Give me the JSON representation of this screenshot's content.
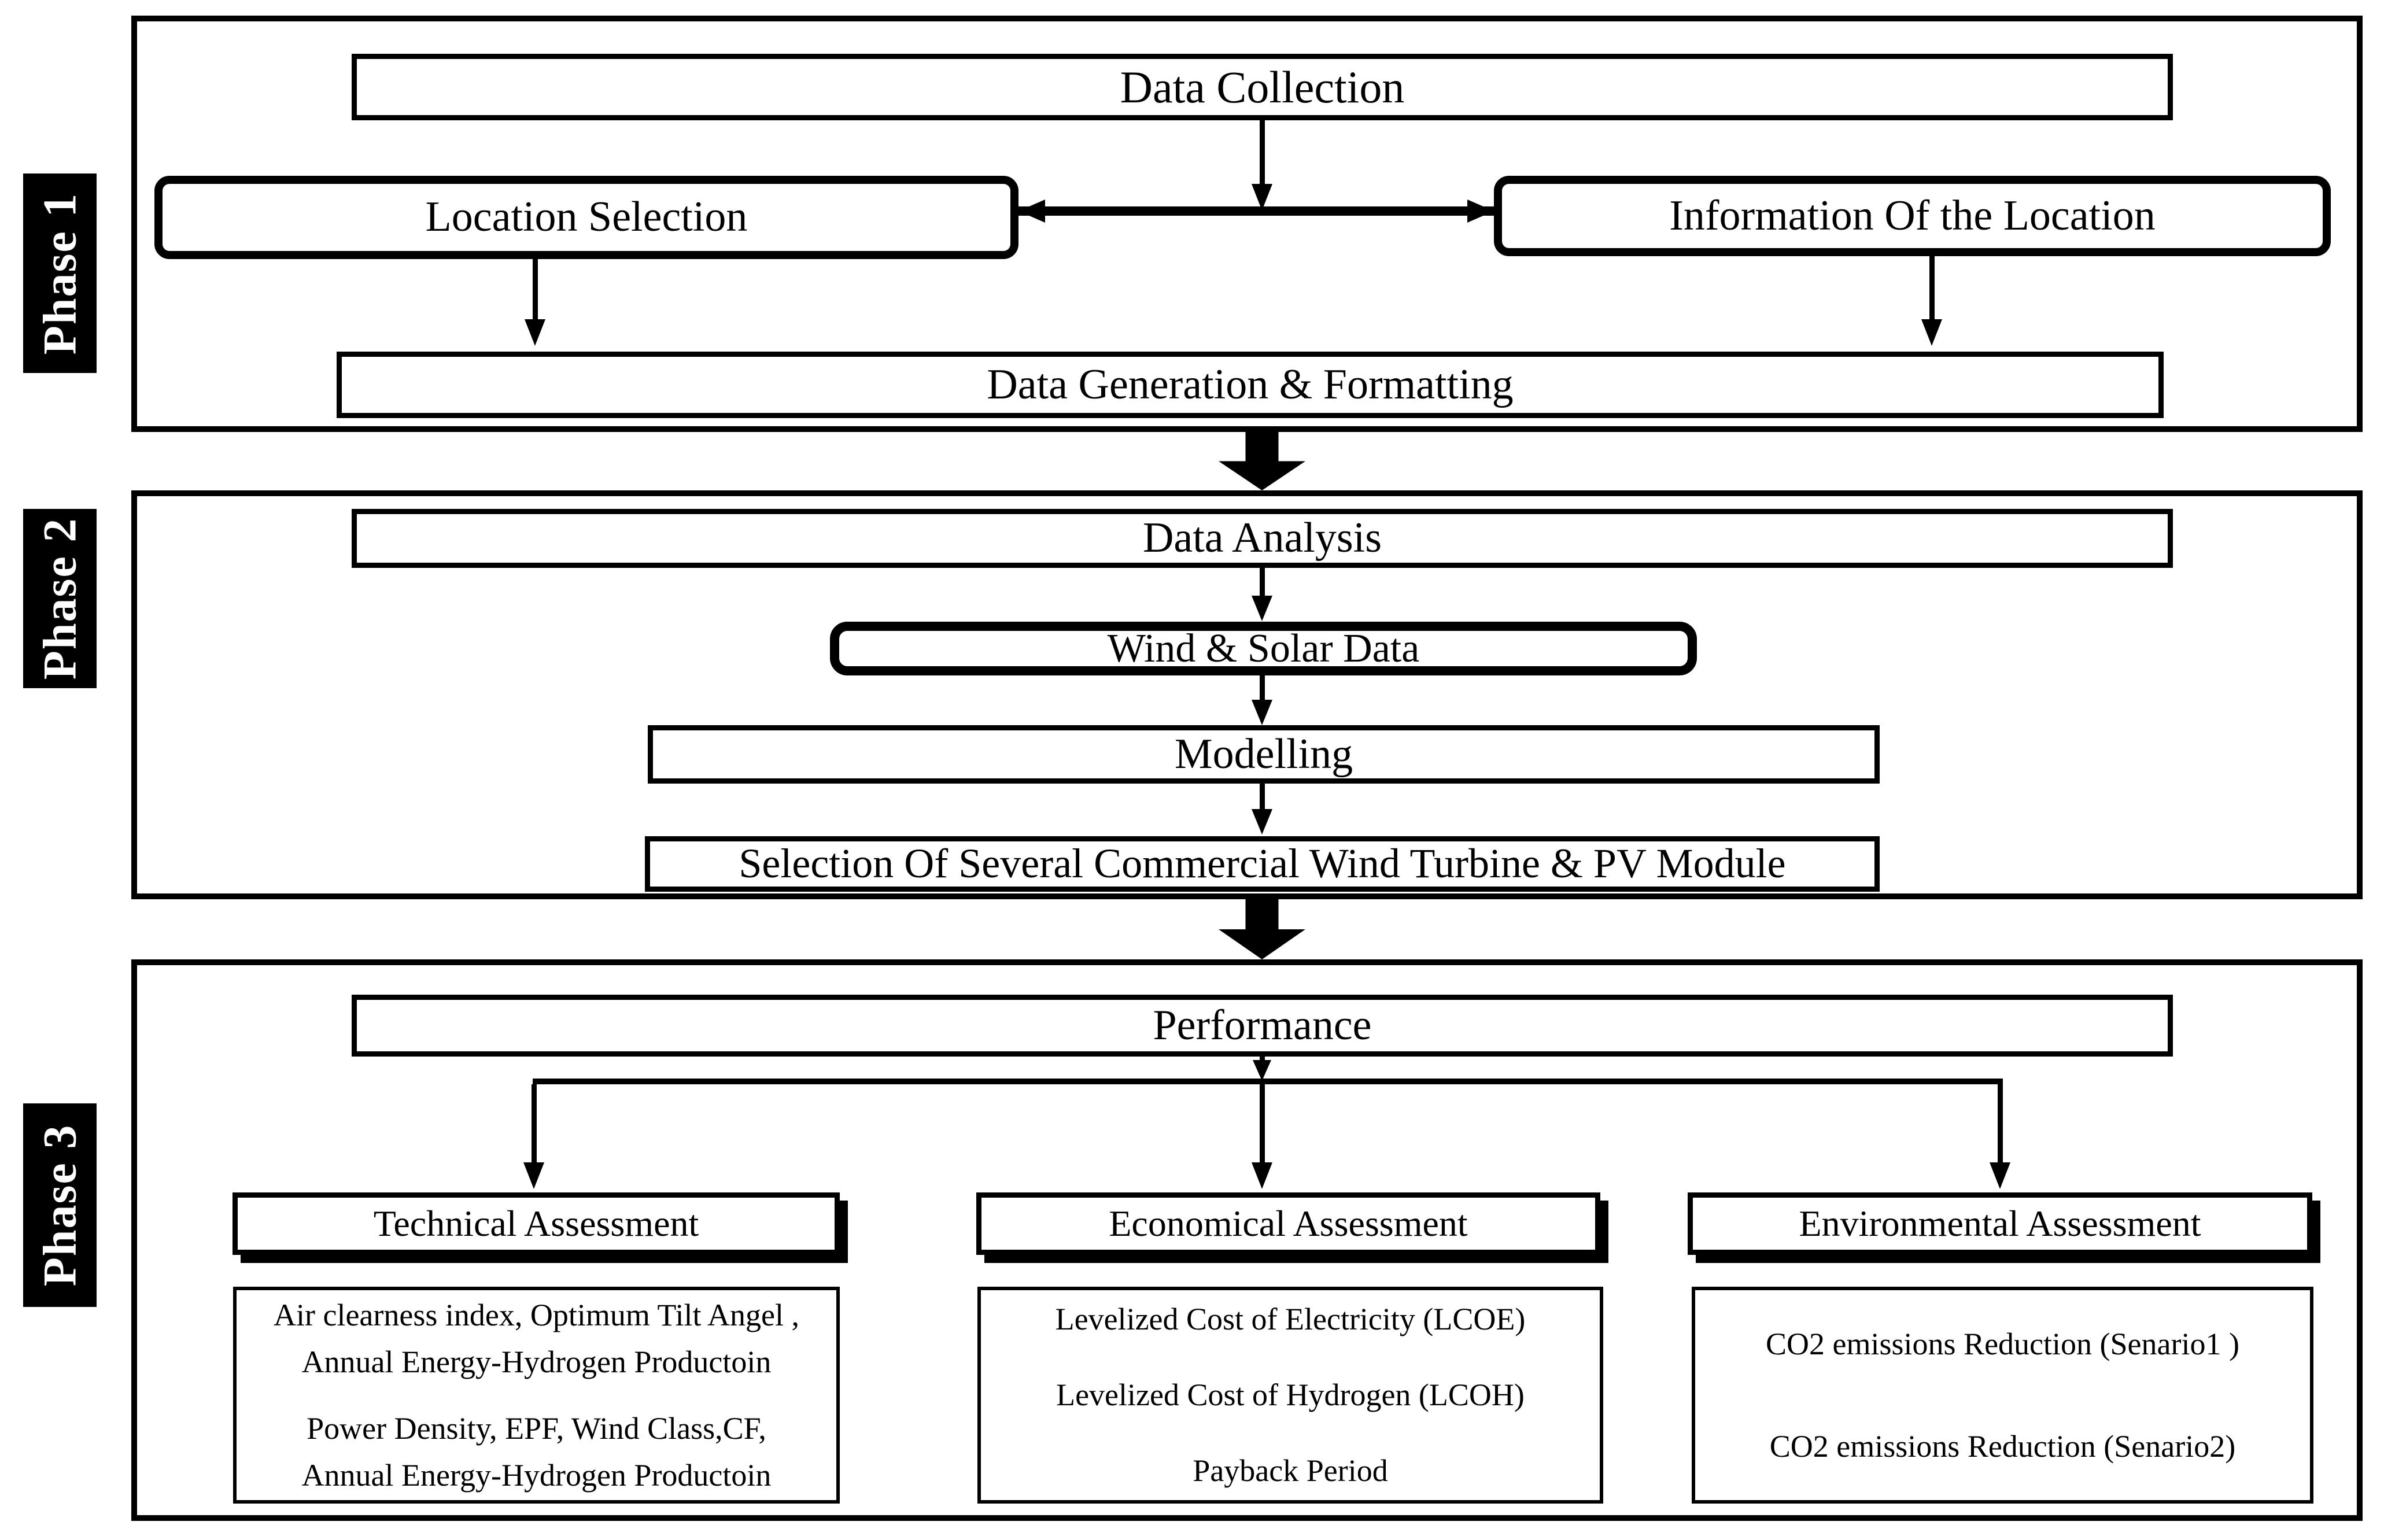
{
  "diagram": {
    "colors": {
      "ink": "#000000",
      "paper": "#ffffff",
      "phase_label_bg": "#000000",
      "phase_label_text": "#ffffff"
    },
    "phases": [
      {
        "label": "Phase 1"
      },
      {
        "label": "Phase 2"
      },
      {
        "label": "Phase 3"
      }
    ],
    "nodes": {
      "data_collection": "Data Collection",
      "location_selection": "Location Selection",
      "information_of_location": "Information Of the Location",
      "data_generation": "Data Generation & Formatting",
      "data_analysis": "Data Analysis",
      "wind_solar_data": "Wind & Solar Data",
      "modelling": "Modelling",
      "selection_commercial": "Selection Of Several Commercial Wind Turbine & PV Module",
      "performance": "Performance",
      "technical_assessment": "Technical Assessment",
      "economical_assessment": "Economical Assessment",
      "environmental_assessment": "Environmental Assessment"
    },
    "details": {
      "technical": [
        "Air clearness index, Optimum Tilt Angel ,",
        "Annual Energy-Hydrogen Productoin",
        "Power Density, EPF, Wind Class,CF,",
        "Annual Energy-Hydrogen Productoin"
      ],
      "economical": [
        "Levelized Cost of Electricity (LCOE)",
        "Levelized Cost of Hydrogen (LCOH)",
        "Payback Period"
      ],
      "environmental": [
        "CO2 emissions Reduction (Senario1 )",
        "CO2 emissions Reduction (Senario2)"
      ]
    }
  }
}
